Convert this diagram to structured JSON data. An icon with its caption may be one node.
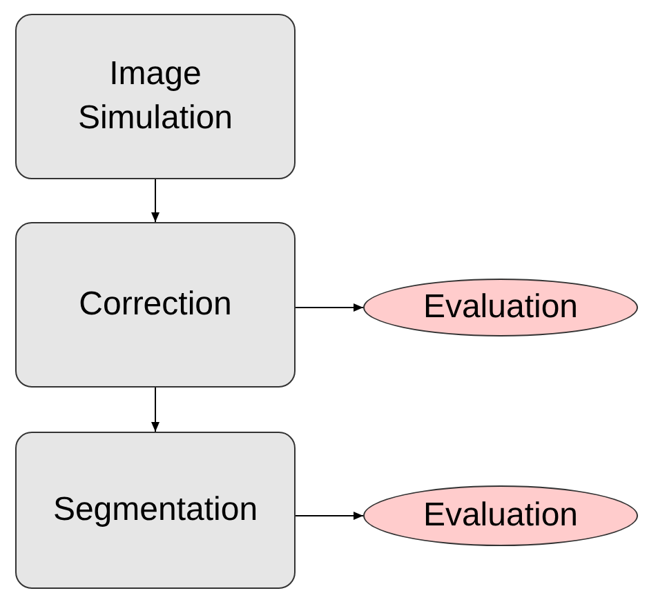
{
  "diagram": {
    "nodes": [
      {
        "text": [
          "Image Simulation"
        ]
      },
      {
        "text": [
          "Correction"
        ]
      },
      {
        "text": [
          "Evaluation"
        ]
      },
      {
        "text": [
          "Segmentation"
        ]
      },
      {
        "text": [
          "Evaluation"
        ]
      }
    ],
    "edges": [
      {
        "from": 0,
        "to": 1,
        "arrow": "to"
      },
      {
        "from": 1,
        "to": 2,
        "arrow": "to"
      },
      {
        "from": 1,
        "to": 3,
        "arrow": "to"
      },
      {
        "from": 3,
        "to": 4,
        "arrow": "to"
      }
    ]
  }
}
